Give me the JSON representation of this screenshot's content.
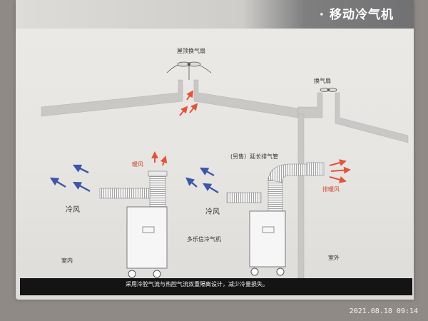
{
  "title": "· 移动冷气机",
  "labels": {
    "roof_fan": "屋顶换气扇",
    "exhaust_fan": "换气扇",
    "warm_air": "暖风",
    "extension_duct": "(另售）延长排气管",
    "cool_air_left": "冷风",
    "cool_air_center": "冷风",
    "exhaust_warm": "排暖风",
    "product": "多乐信冷气机",
    "indoor": "室内",
    "outdoor": "室外"
  },
  "caption": "采用冷腔气流与热腔气流双重隔离设计，减少冷量损失。",
  "timestamp": "2021.08.18 09:14",
  "colors": {
    "cool_arrow": "#3e56a8",
    "warm_arrow": "#e2543a",
    "wall": "#c9c8c6",
    "title": "#ffffff"
  }
}
